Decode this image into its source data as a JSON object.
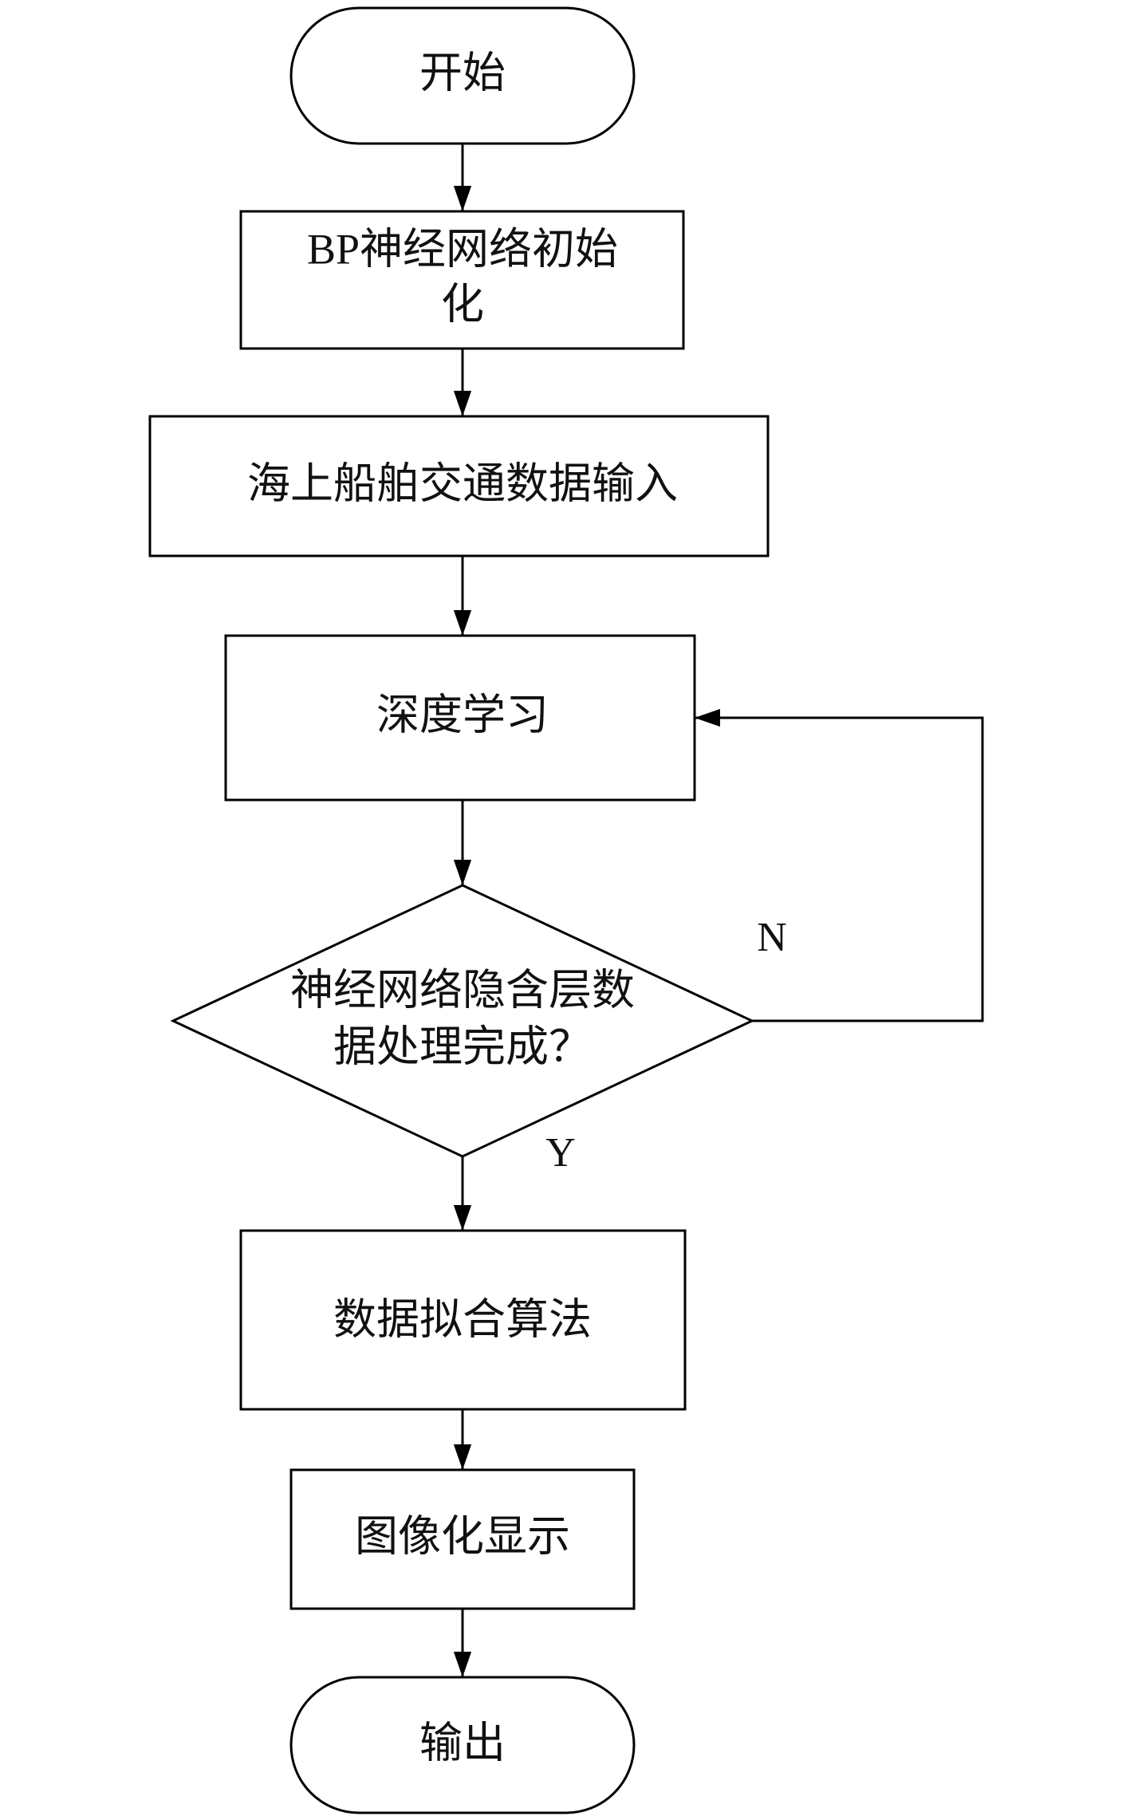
{
  "flowchart": {
    "nodes": {
      "start": {
        "text": "开始"
      },
      "init": {
        "line1": "BP神经网络初始",
        "line2": "化"
      },
      "input": {
        "text": "海上船舶交通数据输入"
      },
      "learn": {
        "text": "深度学习"
      },
      "decision": {
        "line1": "神经网络隐含层数",
        "line2": "据处理完成？"
      },
      "fit": {
        "text": "数据拟合算法"
      },
      "display": {
        "text": "图像化显示"
      },
      "output": {
        "text": "输出"
      }
    },
    "edges": {
      "no_label": "N",
      "yes_label": "Y"
    }
  }
}
